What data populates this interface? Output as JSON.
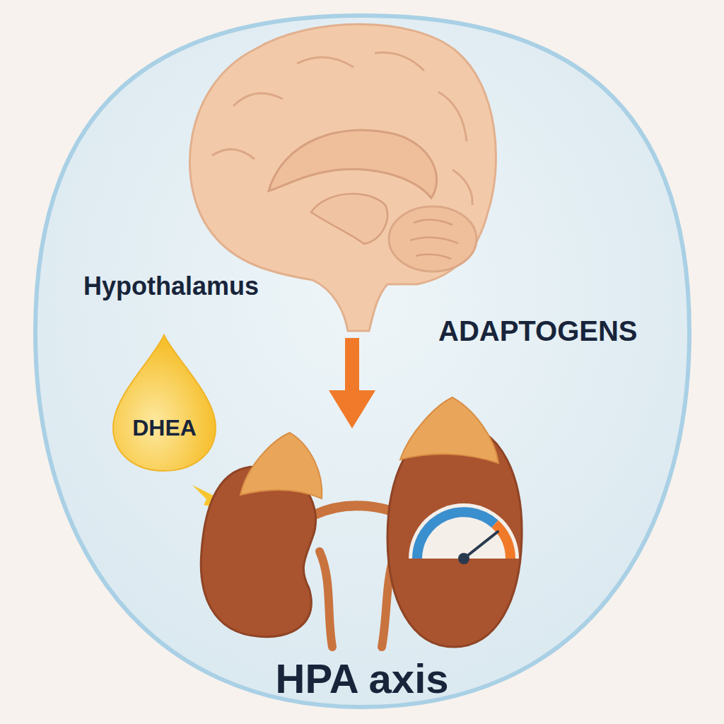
{
  "diagram": {
    "caption": "HPA axis",
    "nodes": [
      {
        "text": [
          "DHEA"
        ]
      }
    ],
    "labels": [
      "Hypothalamus",
      "ADAPTOGENS"
    ]
  }
}
